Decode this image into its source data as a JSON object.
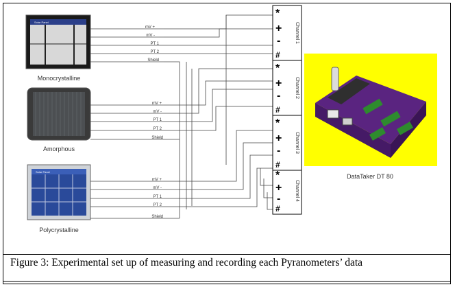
{
  "panels": [
    {
      "name": "Monocrystalline",
      "header": "Solar Panel",
      "signals": [
        "mV +",
        "mV -",
        "PT 1",
        "PT 2",
        "Shield"
      ]
    },
    {
      "name": "Amorphous",
      "header": "",
      "signals": [
        "mV +",
        "mV -",
        "PT 1",
        "PT 2",
        "Shield"
      ]
    },
    {
      "name": "Polycrystalline",
      "header": "Solar Panel",
      "signals": [
        "mV +",
        "mV -",
        "PT 1",
        "PT 2",
        "Shield"
      ]
    }
  ],
  "channels": [
    {
      "label": "Channel 1",
      "terminals": [
        "*",
        "+",
        "-",
        "#"
      ]
    },
    {
      "label": "Channel 2",
      "terminals": [
        "*",
        "+",
        "-",
        "#"
      ]
    },
    {
      "label": "Channel 3",
      "terminals": [
        "*",
        "+",
        "-",
        "#"
      ]
    },
    {
      "label": "Channel 4",
      "terminals": [
        "*",
        "+",
        "-",
        "#"
      ]
    }
  ],
  "logger": {
    "label": "DataTaker DT 80",
    "background": "#ffff00",
    "body_color": "#6a2c8e",
    "terminal_color": "#2e8b2e"
  },
  "caption": "Figure 3: Experimental set up of measuring and recording each Pyranometers’ data"
}
